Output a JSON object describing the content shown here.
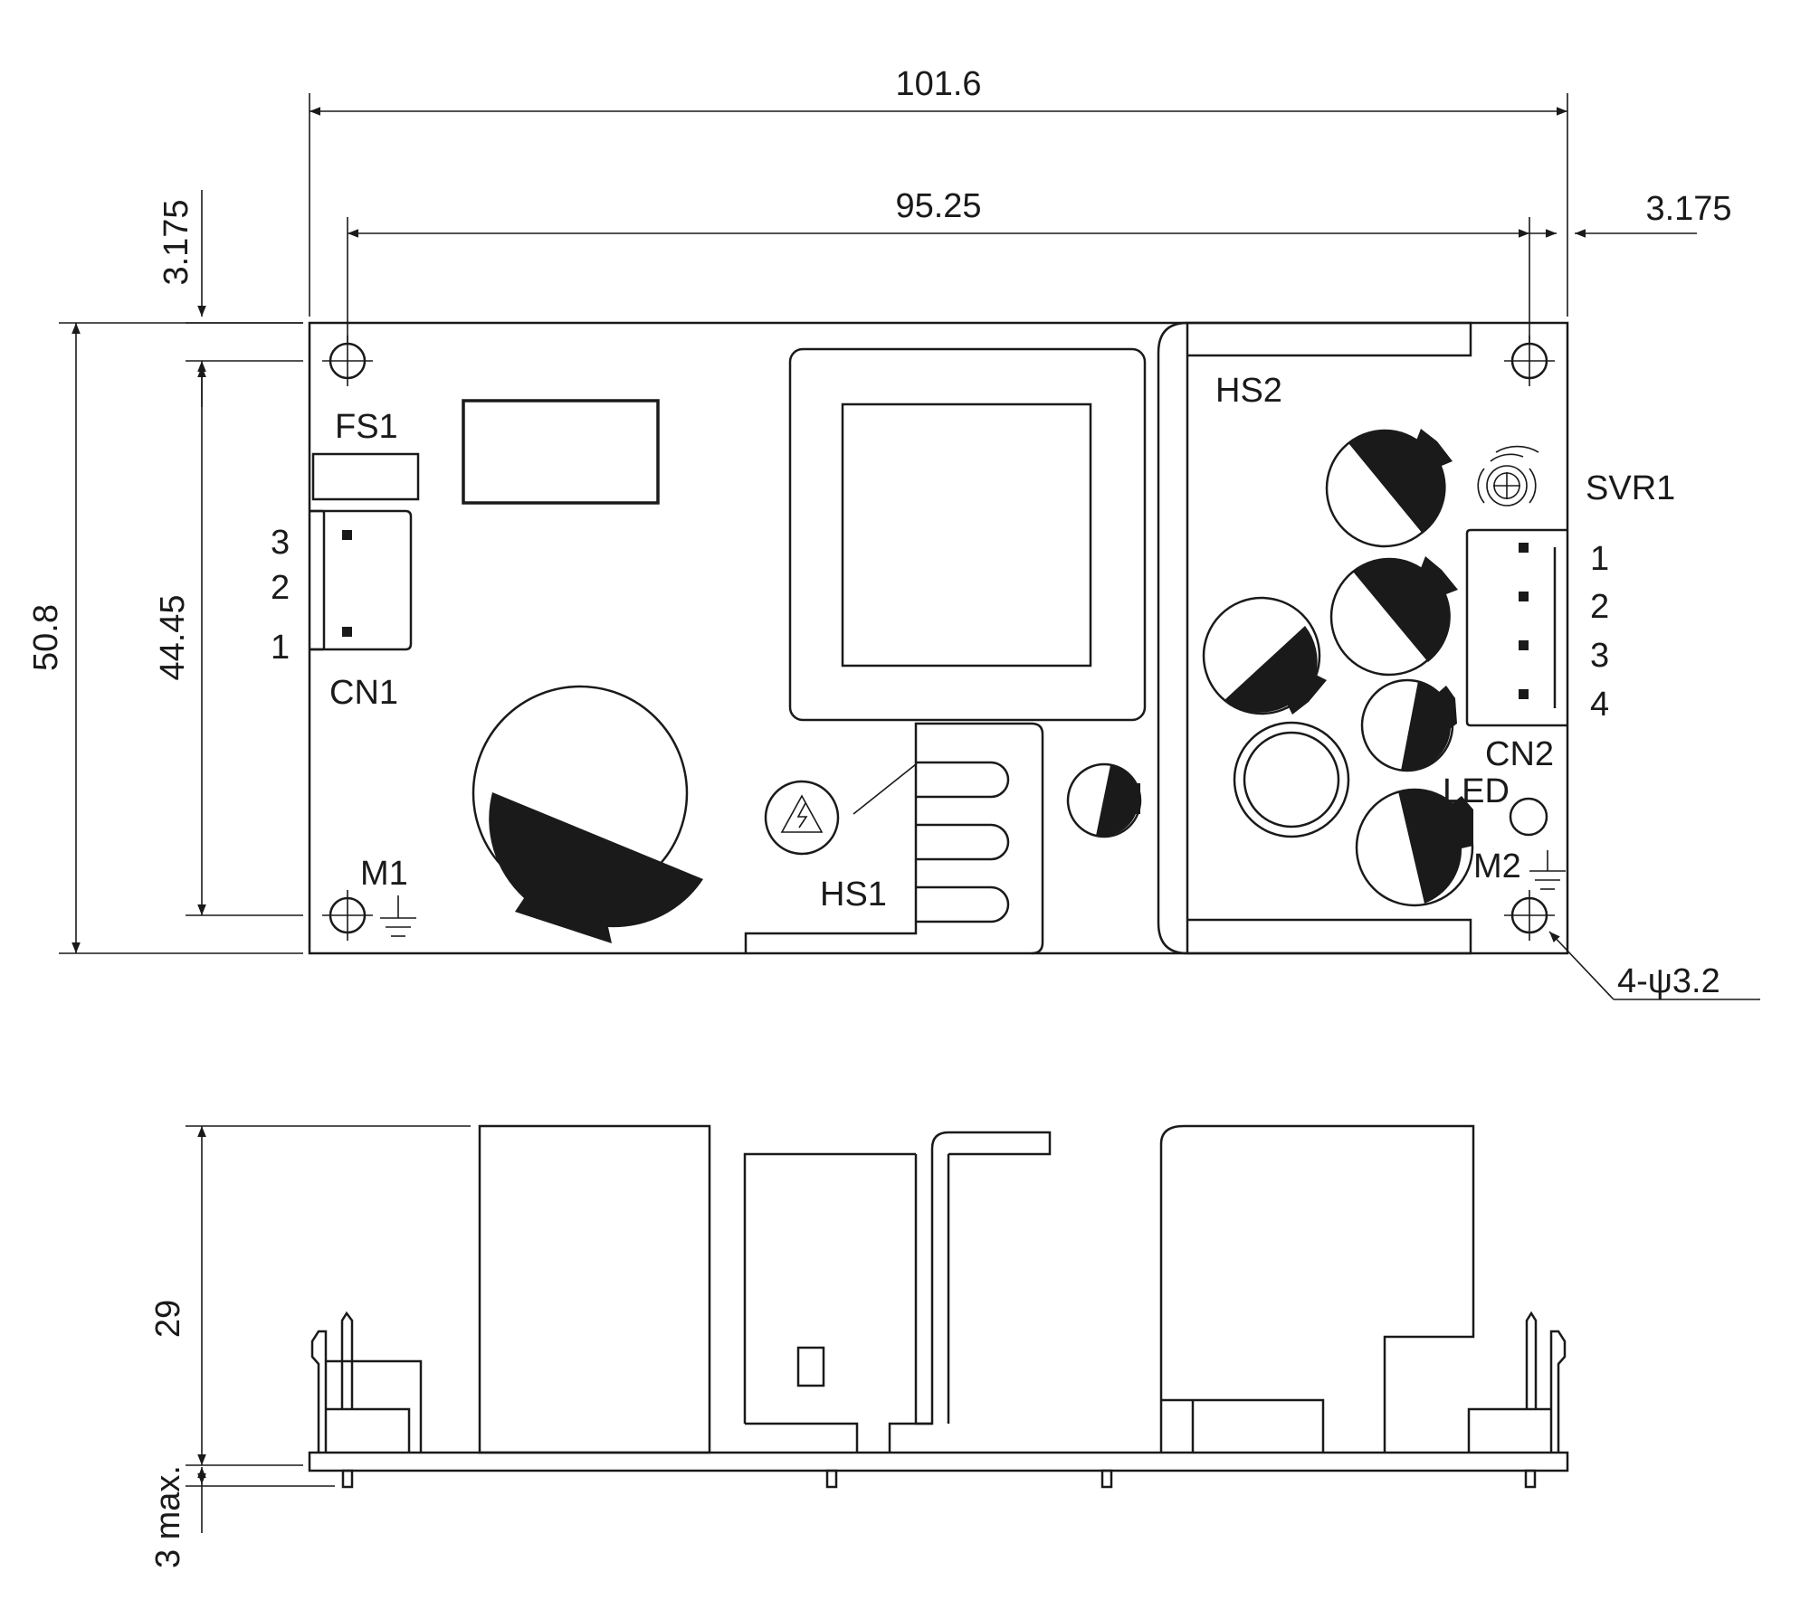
{
  "top_view": {
    "dimensions": {
      "overall_width": "101.6",
      "hole_span_width": "95.25",
      "right_offset": "3.175",
      "top_offset": "3.175",
      "overall_height": "50.8",
      "hole_span_height": "44.45",
      "mounting_holes_note": "4-ψ3.2"
    },
    "labels": {
      "fs1": "FS1",
      "cn1": "CN1",
      "cn1_pins": [
        "3",
        "2",
        "1"
      ],
      "m1": "M1",
      "hs1": "HS1",
      "hs2": "HS2",
      "svr1": "SVR1",
      "cn2": "CN2",
      "cn2_pins": [
        "1",
        "2",
        "3",
        "4"
      ],
      "led": "LED",
      "m2": "M2"
    }
  },
  "side_view": {
    "dimensions": {
      "height": "29",
      "pin_length": "3 max."
    }
  }
}
